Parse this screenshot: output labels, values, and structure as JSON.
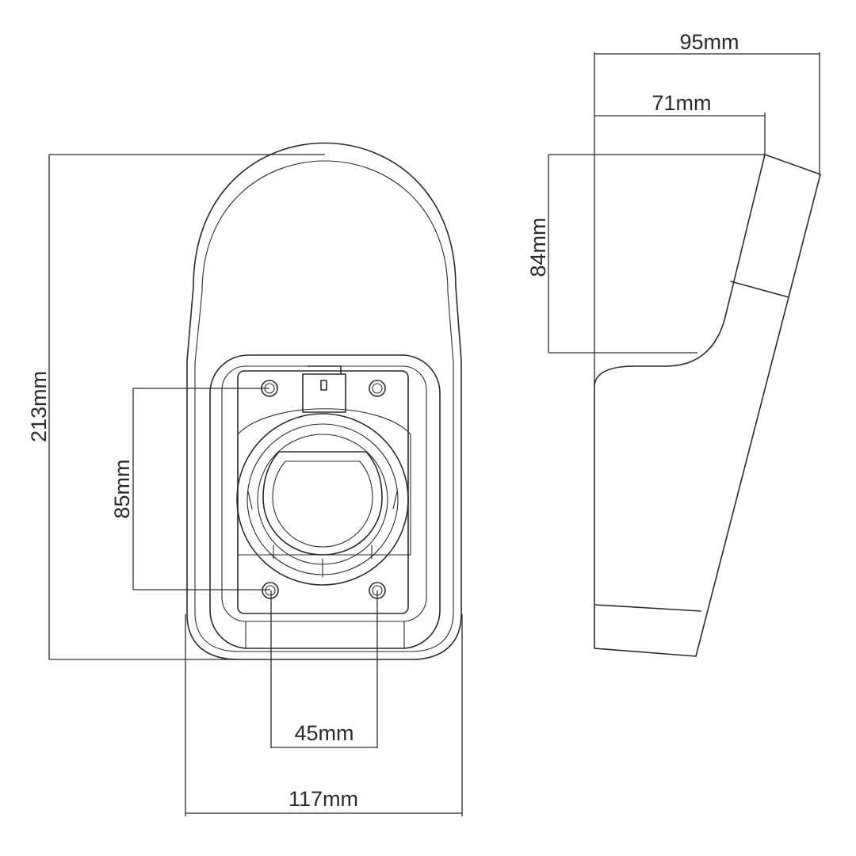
{
  "dimensions": {
    "overall_height": "213mm",
    "overall_width": "117mm",
    "hole_spacing_vertical": "85mm",
    "hole_spacing_horizontal": "45mm",
    "side_depth_total": "95mm",
    "side_depth_upper": "71mm",
    "side_upper_height": "84mm"
  },
  "colors": {
    "line": "#2b2b2b",
    "background": "#ffffff"
  }
}
